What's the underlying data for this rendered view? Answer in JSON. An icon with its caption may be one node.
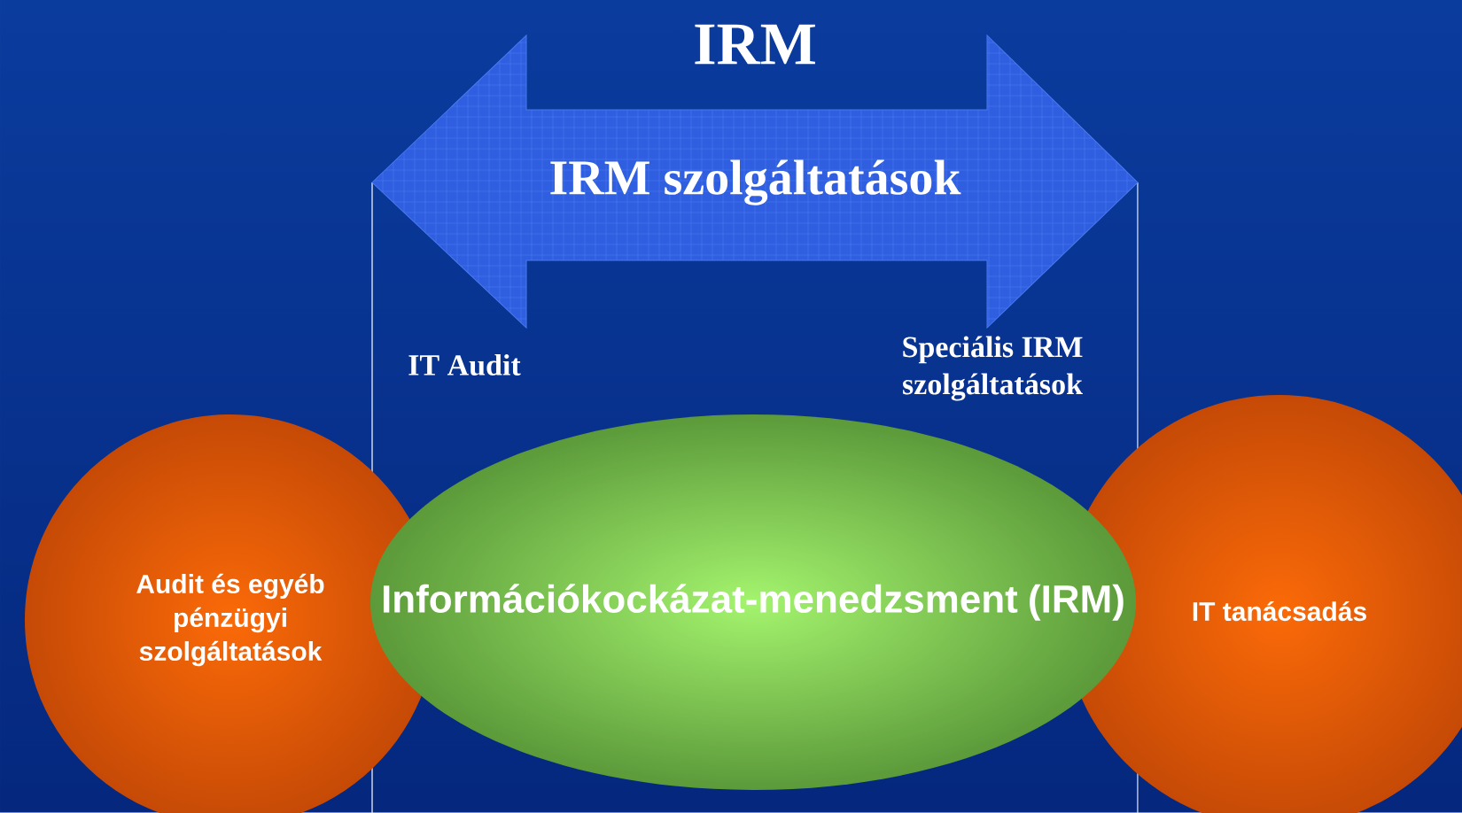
{
  "diagram": {
    "title": "IRM",
    "nodes": [
      {
        "text": [
          "IRM szolgáltatások"
        ]
      },
      {
        "text": [
          "Audit és egyéb pénzügyi szolgáltatások"
        ]
      },
      {
        "text": [
          "Információkockázat-menedzsment (IRM)"
        ]
      },
      {
        "text": [
          "IT tanácsadás"
        ]
      }
    ],
    "labels": [
      "IT Audit",
      "Speciális IRM szolgáltatások"
    ]
  }
}
